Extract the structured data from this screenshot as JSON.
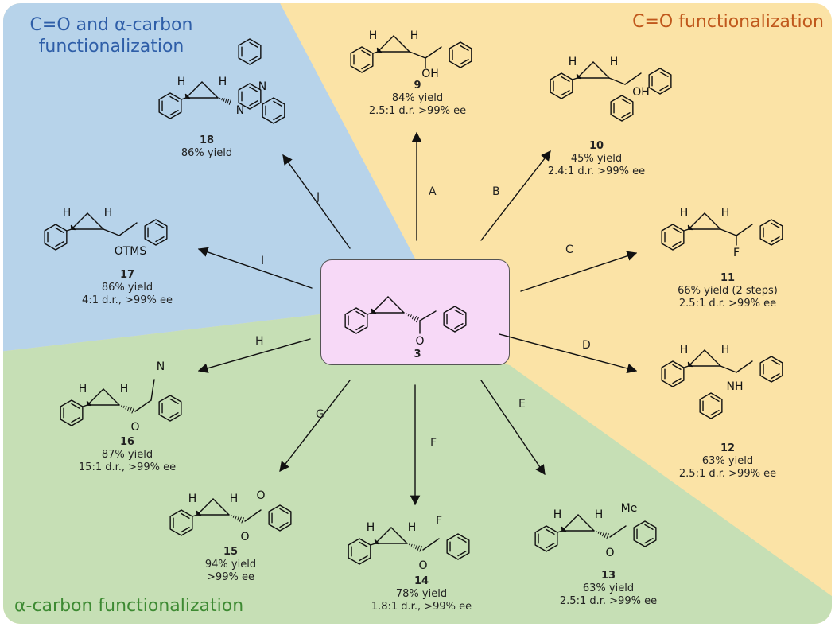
{
  "regions": {
    "co_alpha": {
      "title_line1": "C=O and α-carbon",
      "title_line2": "functionalization",
      "color": "#2e5ea8",
      "bg": "#b7d3ea"
    },
    "co": {
      "title": "C=O functionalization",
      "color": "#c0581c",
      "bg": "#fbe3a6"
    },
    "alpha": {
      "title": "α-carbon functionalization",
      "color": "#3d8a32",
      "bg": "#c6dfb5"
    }
  },
  "center": {
    "compound": "3",
    "bg": "#f7d9f7"
  },
  "compounds": [
    {
      "id": "c9",
      "number": "9",
      "lines": [
        "84% yield",
        "2.5:1 d.r. >99% ee"
      ]
    },
    {
      "id": "c10",
      "number": "10",
      "lines": [
        "45% yield",
        "2.4:1 d.r. >99% ee"
      ]
    },
    {
      "id": "c11",
      "number": "11",
      "lines": [
        "66% yield (2 steps)",
        "2.5:1 d.r. >99% ee"
      ]
    },
    {
      "id": "c12",
      "number": "12",
      "lines": [
        "63% yield",
        "2.5:1 d.r. >99% ee"
      ]
    },
    {
      "id": "c13",
      "number": "13",
      "lines": [
        "63% yield",
        "2.5:1 d.r. >99% ee"
      ]
    },
    {
      "id": "c14",
      "number": "14",
      "lines": [
        "78% yield",
        "1.8:1 d.r., >99% ee"
      ]
    },
    {
      "id": "c15",
      "number": "15",
      "lines": [
        "94% yield",
        ">99% ee"
      ]
    },
    {
      "id": "c16",
      "number": "16",
      "lines": [
        "87% yield",
        "15:1 d.r., >99% ee"
      ]
    },
    {
      "id": "c17",
      "number": "17",
      "lines": [
        "86% yield",
        "4:1 d.r., >99% ee"
      ]
    },
    {
      "id": "c18",
      "number": "18",
      "lines": [
        "86% yield"
      ]
    }
  ],
  "reactions": [
    "A",
    "B",
    "C",
    "D",
    "E",
    "F",
    "G",
    "H",
    "I",
    "J"
  ],
  "atom_labels": {
    "oh": "OH",
    "f": "F",
    "o": "O",
    "nh": "NH",
    "n": "N",
    "me": "Me",
    "otms": "OTMS",
    "h": "H"
  }
}
